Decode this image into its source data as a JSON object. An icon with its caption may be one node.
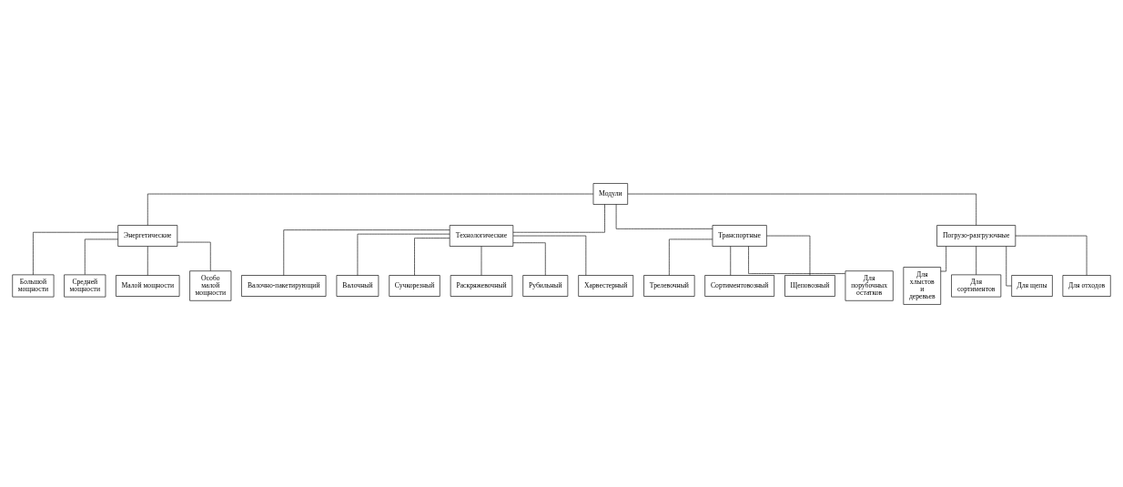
{
  "diagram": {
    "nodes": [
      {
        "text": [
          "Модули"
        ]
      },
      {
        "text": [
          "Энергетические"
        ]
      },
      {
        "text": [
          "Технологические"
        ]
      },
      {
        "text": [
          "Транспортные"
        ]
      },
      {
        "text": [
          "Погрузо-разгрузочные"
        ]
      },
      {
        "text": [
          "Большой мощности"
        ]
      },
      {
        "text": [
          "Средней мощности"
        ]
      },
      {
        "text": [
          "Малой мощности"
        ]
      },
      {
        "text": [
          "Особо малой мощности"
        ]
      },
      {
        "text": [
          "Валочно-пакетирующий"
        ]
      },
      {
        "text": [
          "Валочный"
        ]
      },
      {
        "text": [
          "Сучкорезный"
        ]
      },
      {
        "text": [
          "Раскряжевочный"
        ]
      },
      {
        "text": [
          "Рубильный"
        ]
      },
      {
        "text": [
          "Харвестерный"
        ]
      },
      {
        "text": [
          "Трелевочный"
        ]
      },
      {
        "text": [
          "Сортиментовозный"
        ]
      },
      {
        "text": [
          "Щеповозный"
        ]
      },
      {
        "text": [
          "Для порубочных остатков"
        ]
      },
      {
        "text": [
          "Для хлыстов и деревьев"
        ]
      },
      {
        "text": [
          "Для сортиментов"
        ]
      },
      {
        "text": [
          "Для щепы"
        ]
      },
      {
        "text": [
          "Для отходов"
        ]
      }
    ],
    "edges": [
      {
        "from": 0,
        "to": 1,
        "arrow": "none"
      },
      {
        "from": 0,
        "to": 2,
        "arrow": "none"
      },
      {
        "from": 0,
        "to": 3,
        "arrow": "none"
      },
      {
        "from": 0,
        "to": 4,
        "arrow": "none"
      },
      {
        "from": 1,
        "to": 5,
        "arrow": "none"
      },
      {
        "from": 1,
        "to": 6,
        "arrow": "none"
      },
      {
        "from": 1,
        "to": 7,
        "arrow": "none"
      },
      {
        "from": 1,
        "to": 8,
        "arrow": "none"
      },
      {
        "from": 2,
        "to": 9,
        "arrow": "none"
      },
      {
        "from": 2,
        "to": 10,
        "arrow": "none"
      },
      {
        "from": 2,
        "to": 11,
        "arrow": "none"
      },
      {
        "from": 2,
        "to": 12,
        "arrow": "none"
      },
      {
        "from": 2,
        "to": 13,
        "arrow": "none"
      },
      {
        "from": 2,
        "to": 14,
        "arrow": "none"
      },
      {
        "from": 3,
        "to": 15,
        "arrow": "none"
      },
      {
        "from": 3,
        "to": 16,
        "arrow": "none"
      },
      {
        "from": 3,
        "to": 17,
        "arrow": "none"
      },
      {
        "from": 3,
        "to": 18,
        "arrow": "none"
      },
      {
        "from": 4,
        "to": 19,
        "arrow": "none"
      },
      {
        "from": 4,
        "to": 20,
        "arrow": "none"
      },
      {
        "from": 4,
        "to": 21,
        "arrow": "none"
      },
      {
        "from": 4,
        "to": 22,
        "arrow": "none"
      }
    ]
  }
}
